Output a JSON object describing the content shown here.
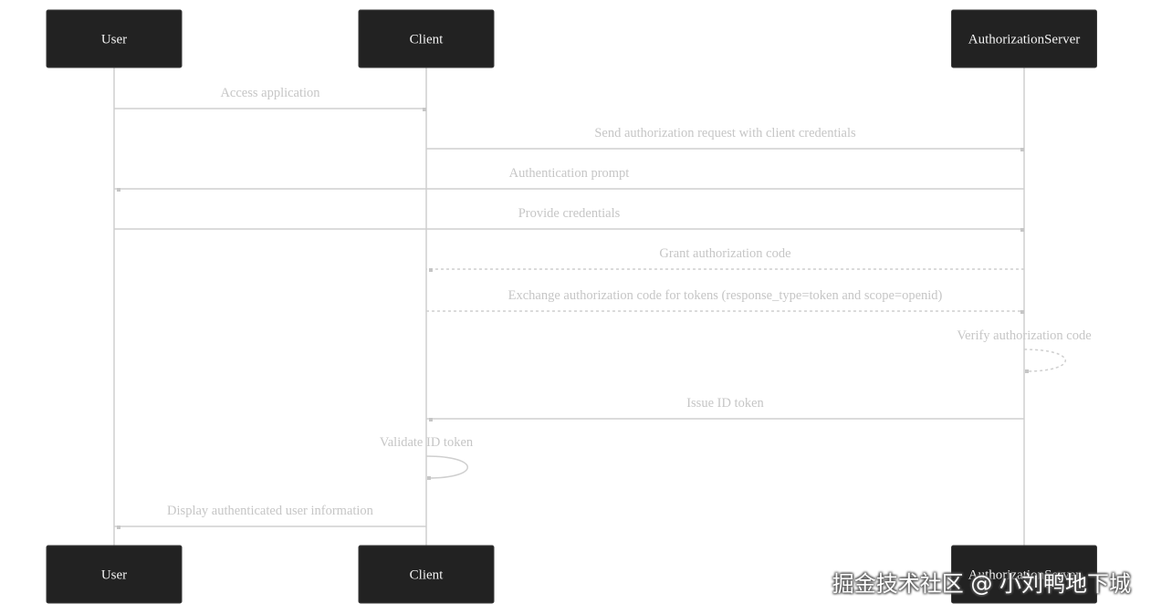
{
  "participants": [
    {
      "id": "user",
      "label": "User"
    },
    {
      "id": "client",
      "label": "Client"
    },
    {
      "id": "authserver",
      "label": "AuthorizationServer"
    }
  ],
  "messages": [
    {
      "from": "user",
      "to": "client",
      "label": "Access application",
      "style": "solid"
    },
    {
      "from": "client",
      "to": "authserver",
      "label": "Send authorization request with client credentials",
      "style": "solid"
    },
    {
      "from": "authserver",
      "to": "user",
      "label": "Authentication prompt",
      "style": "solid"
    },
    {
      "from": "user",
      "to": "authserver",
      "label": "Provide credentials",
      "style": "solid"
    },
    {
      "from": "authserver",
      "to": "client",
      "label": "Grant authorization code",
      "style": "dotted"
    },
    {
      "from": "client",
      "to": "authserver",
      "label": "Exchange authorization code for tokens (response_type=token and scope=openid)",
      "style": "dotted"
    },
    {
      "from": "authserver",
      "to": "authserver",
      "label": "Verify authorization code",
      "style": "dotted"
    },
    {
      "from": "authserver",
      "to": "client",
      "label": "Issue ID token",
      "style": "solid"
    },
    {
      "from": "client",
      "to": "client",
      "label": "Validate ID token",
      "style": "solid"
    },
    {
      "from": "client",
      "to": "user",
      "label": "Display authenticated user information",
      "style": "solid"
    }
  ],
  "watermark": "掘金技术社区 @ 小刘鸭地下城",
  "colors": {
    "actor_fill": "#222222",
    "actor_text": "#f2f2f2",
    "line": "#cfcfcf",
    "message_text": "#c6c6c6"
  }
}
